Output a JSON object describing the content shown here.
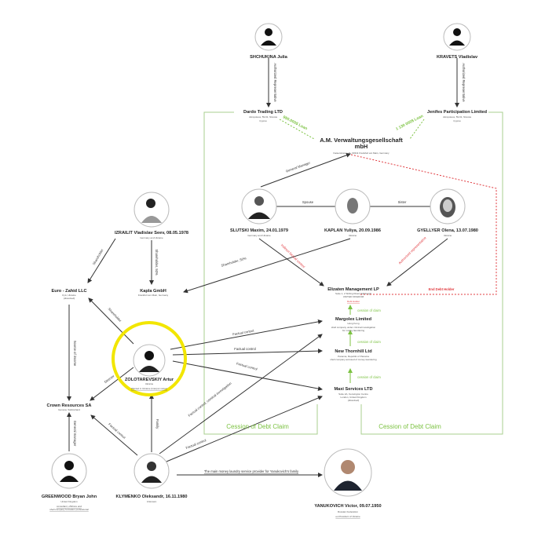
{
  "people": {
    "shchukina": {
      "name": "SHCHUKINA Julia"
    },
    "kravets": {
      "name": "KRAVETS Vladislav"
    },
    "slutski": {
      "name": "SLUTSKI Maxim, 24.01.1979",
      "sub": "Germany and Ukraine"
    },
    "kaplan": {
      "name": "KAPLAN Yuliya, 20.09.1986",
      "sub": "Ukraine"
    },
    "gyellyer": {
      "name": "GYELLYER Olena, 13.07.1980",
      "sub": "Ukraine"
    },
    "izrailit": {
      "name": "IZRAILIT Vladislav Seev, 08.05.1978",
      "sub": "Germany and Ukraine"
    },
    "zolotarevskiy": {
      "name": "ZOLOTAREVSKIY Artur",
      "sub": "Ukraine",
      "sub2": "Wanted in Ukraine (Interpol notice)"
    },
    "greenwood": {
      "name": "GREENWOOD Bryan John",
      "sub": "United Kingdom",
      "sub2": "consultant, offshore and",
      "sub3": "shell company formation professional"
    },
    "klymenko": {
      "name": "KLYMENKO Oleksandr, 16.11.1980",
      "sub": "Unknown"
    },
    "yanukovich": {
      "name": "YANUKOVICH Victor, 09.07.1950",
      "sub": "Russian Federation",
      "sub2": "ex-President of Ukraine"
    }
  },
  "companies": {
    "dardo": {
      "name": "Dardo Trading LTD",
      "sub": "Akropoleos, 59-61, Nicosia",
      "sub2": "Cyprus"
    },
    "jenifes": {
      "name": "Jenifes Participation Limited",
      "sub": "Akropoleos, 59-61, Nicosia",
      "sub2": "Cyprus"
    },
    "am": {
      "name": "A.M. Verwaltungsgesellschaft",
      "name2": "mbH",
      "sub": "Kaiserstrasse 11, 60311 Frankfurt am Main, Germany"
    },
    "elizaten": {
      "name": "Elizaten Management LP",
      "sub": "Suite 1, 2 Stirling Road, Edinburgh",
      "sub2": "UNITED KINGDOM",
      "tag": "Debt Holder"
    },
    "margolex": {
      "name": "Margolex Limited",
      "sub": "Hong Kong",
      "sub2": "shell company under criminal investigation",
      "sub3": "for money laundering"
    },
    "thornhill": {
      "name": "New Thornhill Ltd",
      "sub": "Panama, Republic of Panama",
      "sub2": "shell company accused of money laundering"
    },
    "maxi": {
      "name": "Maxi Services LTD",
      "sub": "Suite 2A, Kensington Centre",
      "sub2": "London, United Kingdom",
      "sub3": "(dissolved)"
    },
    "euro_zahid": {
      "name": "Euro - Zahid LLC",
      "sub": "Kyiv, Ukraine",
      "sub2": "(dissolved)"
    },
    "kapla": {
      "name": "Kapla GmbH",
      "sub": "Frankfurt am Main, Germany"
    },
    "crown": {
      "name": "Crown Resources SA",
      "sub": "Geneva, Switzerland"
    }
  },
  "edges": {
    "auth_rep_1": "Authorized Representative",
    "auth_rep_2": "Authorized Representative",
    "loan_1": "950.000$  Loan",
    "loan_2": "1 130 000$  Loan",
    "general_manager": "General Manager",
    "spouse": "Spouse",
    "sister": "Sister",
    "indirect_control": "Indirect factual control",
    "authorized_rep": "Authorized representative",
    "end_debt_holder": "End Debt Holder",
    "kaplan_share": "Shareholder, 50%",
    "izrailit_share": "Shareholder",
    "izrailit_share50": "Shareholder, 50%",
    "zolot_share": "Shareholder",
    "source_income": "Source of income",
    "director": "Director",
    "gm_crown": "General manager",
    "factual_1": "Factual control",
    "factual_2": "Factual control",
    "factual_3": "Factual control",
    "factual_crim": "Factual control, criminal investigation",
    "factual_maxi": "Factual control",
    "factual_crown": "Factual control",
    "family": "Family",
    "laundry": "The main money laundry service provider for Yanukovich's family",
    "cession_1": "cession of claim",
    "cession_2": "cession of claim",
    "cession_3": "cession of claim",
    "debt_claim_left": "Cession of Debt Claim",
    "debt_claim_right": "Cession of Debt Claim"
  },
  "colors": {
    "highlight": "#f2e600",
    "red": "#e0393e",
    "green": "#7cc242"
  }
}
